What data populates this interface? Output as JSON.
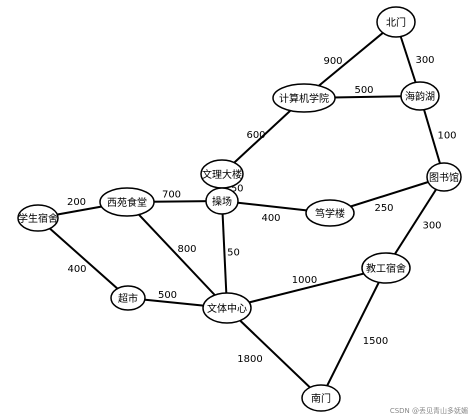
{
  "nodes": [
    {
      "id": "beimen",
      "label": "北门"
    },
    {
      "id": "haiyunhu",
      "label": "海韵湖"
    },
    {
      "id": "jisuanji",
      "label": "计算机学院"
    },
    {
      "id": "tushuguan",
      "label": "图书馆"
    },
    {
      "id": "wenli",
      "label": "文理大楼"
    },
    {
      "id": "xiyuan",
      "label": "西苑食堂"
    },
    {
      "id": "caochang",
      "label": "操场"
    },
    {
      "id": "duxue",
      "label": "笃学楼"
    },
    {
      "id": "xuesheng",
      "label": "学生宿舍"
    },
    {
      "id": "jiaogong",
      "label": "教工宿舍"
    },
    {
      "id": "chaoshi",
      "label": "超市"
    },
    {
      "id": "wenti",
      "label": "文体中心"
    },
    {
      "id": "nanmen",
      "label": "南门"
    }
  ],
  "edges": [
    {
      "from": "beimen",
      "to": "jisuanji",
      "weight": "900"
    },
    {
      "from": "beimen",
      "to": "haiyunhu",
      "weight": "300"
    },
    {
      "from": "jisuanji",
      "to": "haiyunhu",
      "weight": "500"
    },
    {
      "from": "haiyunhu",
      "to": "tushuguan",
      "weight": "100"
    },
    {
      "from": "jisuanji",
      "to": "wenli",
      "weight": "600"
    },
    {
      "from": "wenli",
      "to": "caochang",
      "weight": "150"
    },
    {
      "from": "xiyuan",
      "to": "caochang",
      "weight": "700"
    },
    {
      "from": "caochang",
      "to": "duxue",
      "weight": "400"
    },
    {
      "from": "duxue",
      "to": "tushuguan",
      "weight": "250"
    },
    {
      "from": "tushuguan",
      "to": "jiaogong",
      "weight": "300"
    },
    {
      "from": "xuesheng",
      "to": "xiyuan",
      "weight": "200"
    },
    {
      "from": "xiyuan",
      "to": "wenti",
      "weight": "800"
    },
    {
      "from": "caochang",
      "to": "wenti",
      "weight": "50"
    },
    {
      "from": "xuesheng",
      "to": "chaoshi",
      "weight": "400"
    },
    {
      "from": "chaoshi",
      "to": "wenti",
      "weight": "500"
    },
    {
      "from": "wenti",
      "to": "jiaogong",
      "weight": "1000"
    },
    {
      "from": "wenti",
      "to": "nanmen",
      "weight": "1800"
    },
    {
      "from": "jiaogong",
      "to": "nanmen",
      "weight": "1500"
    }
  ],
  "watermark": "CSDN @丢见青山多妩媚"
}
